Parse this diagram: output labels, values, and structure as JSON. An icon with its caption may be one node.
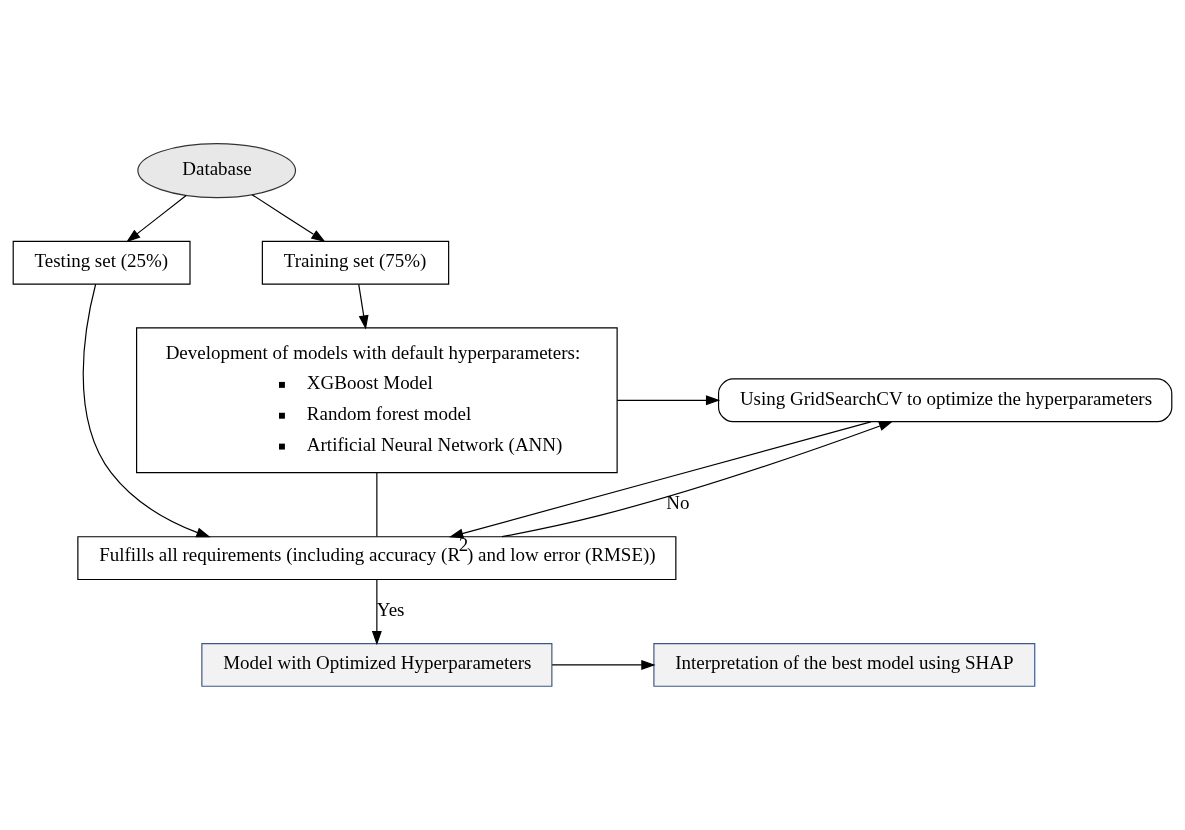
{
  "diagram": {
    "nodes": [
      {
        "text": [
          "Database"
        ]
      },
      {
        "text": [
          "Testing set (25%)"
        ]
      },
      {
        "text": [
          "Training set (75%)"
        ]
      },
      {
        "text": [
          "Development of models with default hyperparameters:",
          "XGBoost Model",
          "Random forest model",
          "Artificial Neural Network (ANN)"
        ]
      },
      {
        "text": [
          "Using GridSearchCV to optimize the hyperparameters"
        ]
      },
      {
        "text": [
          "Fulfills all requirements (including accuracy (R$^{2}$) and low error (RMSE))"
        ]
      },
      {
        "text": [
          "Model with Optimized Hyperparameters"
        ]
      },
      {
        "text": [
          "Interpretation of the best model using SHAP"
        ]
      }
    ],
    "edges": [
      {
        "from": 0,
        "to": 1,
        "arrow": "to"
      },
      {
        "from": 0,
        "to": 2,
        "arrow": "to"
      },
      {
        "from": 2,
        "to": 3,
        "arrow": "to"
      },
      {
        "from": 3,
        "to": 4,
        "arrow": "to"
      },
      {
        "from": 1,
        "to": 5,
        "arrow": "to"
      },
      {
        "from": 4,
        "to": 5,
        "arrow": "to"
      },
      {
        "from": 5,
        "to": 4,
        "arrow": "to",
        "label": "No"
      },
      {
        "from": 3,
        "to": 5,
        "arrow": "none"
      },
      {
        "from": 5,
        "to": 6,
        "arrow": "to",
        "label": "Yes"
      },
      {
        "from": 6,
        "to": 7,
        "arrow": "to"
      }
    ]
  }
}
